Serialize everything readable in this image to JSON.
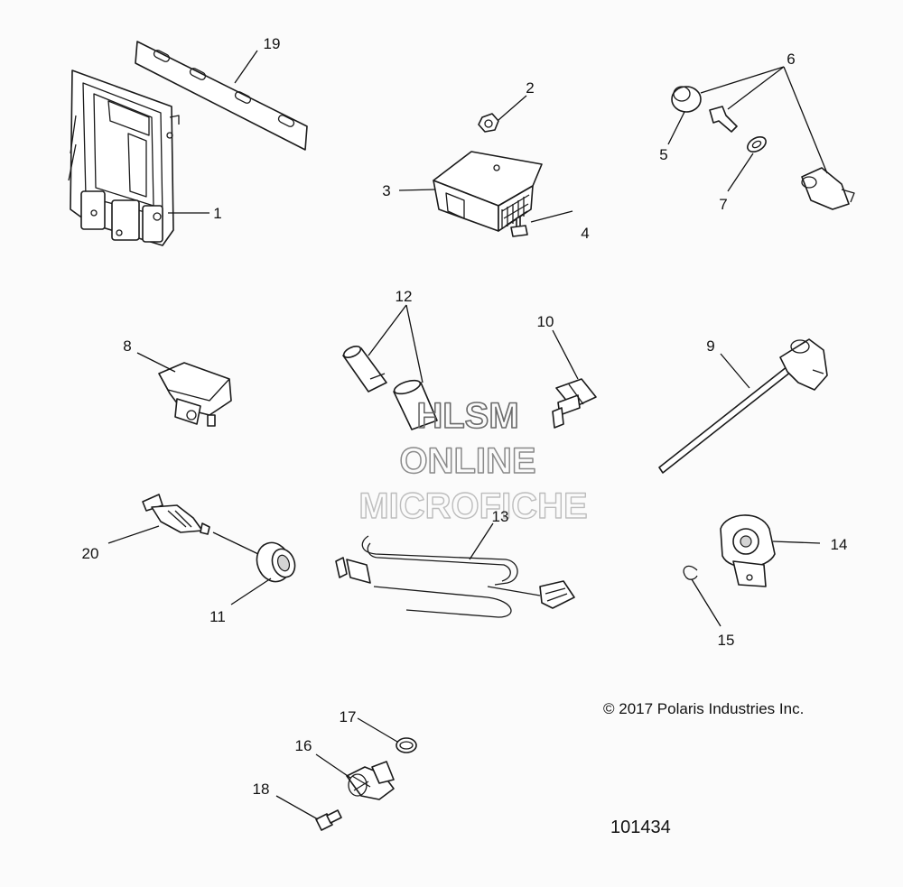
{
  "callouts": [
    "1",
    "2",
    "3",
    "4",
    "5",
    "6",
    "7",
    "8",
    "9",
    "10",
    "11",
    "12",
    "13",
    "14",
    "15",
    "16",
    "17",
    "18",
    "19",
    "20"
  ],
  "copyright": "© 2017 Polaris Industries Inc.",
  "figure_number": "101434",
  "watermark": [
    "HLSM",
    "ONLINE",
    "MICROFICHE"
  ]
}
